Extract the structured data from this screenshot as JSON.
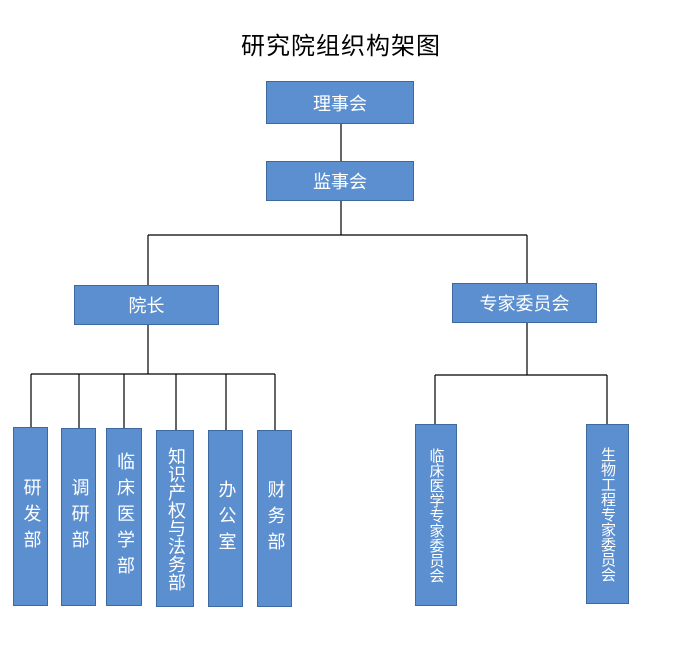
{
  "title": "研究院组织构架图",
  "nodes": {
    "board": "理事会",
    "supervisory": "监事会",
    "president": "院长",
    "expert_committee": "专家委员会",
    "rd": "研发部",
    "research": "调研部",
    "clinical_medicine": "临床医学部",
    "ip_legal": "知识产权与法务部",
    "office": "办公室",
    "finance": "财务部",
    "clinical_expert": "临床医学专家委员会",
    "bio_expert": "生物工程专家委员会"
  },
  "colors": {
    "box_fill": "#5b8fcf",
    "box_border": "#3d6a9e",
    "line": "#000000"
  }
}
